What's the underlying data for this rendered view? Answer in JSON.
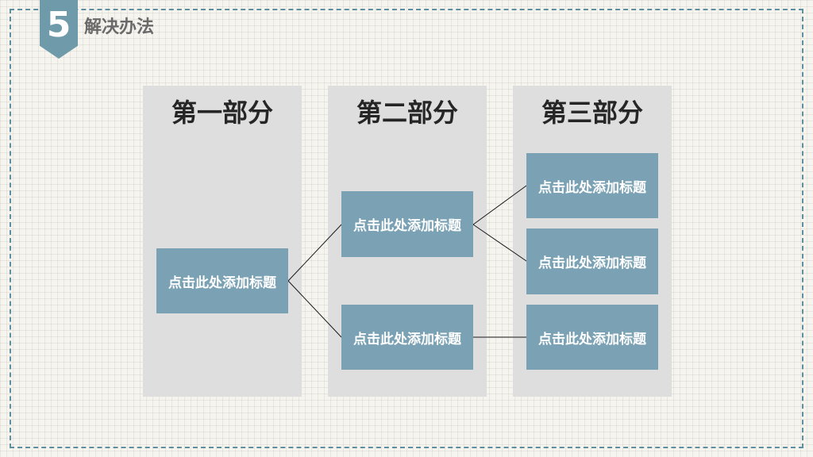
{
  "section": {
    "number": "5",
    "title": "解决办法"
  },
  "columns": [
    {
      "heading": "第一部分"
    },
    {
      "heading": "第二部分"
    },
    {
      "heading": "第三部分"
    }
  ],
  "nodes": {
    "root": "点击此处添加标题",
    "mid_top": "点击此处添加标题",
    "mid_bottom": "点击此处添加标题",
    "right_1": "点击此处添加标题",
    "right_2": "点击此处添加标题",
    "right_3": "点击此处添加标题"
  },
  "colors": {
    "accent": "#6f9aaa",
    "node": "#7aa2b4",
    "column": "#dedede",
    "frame": "#5e8fa0"
  }
}
